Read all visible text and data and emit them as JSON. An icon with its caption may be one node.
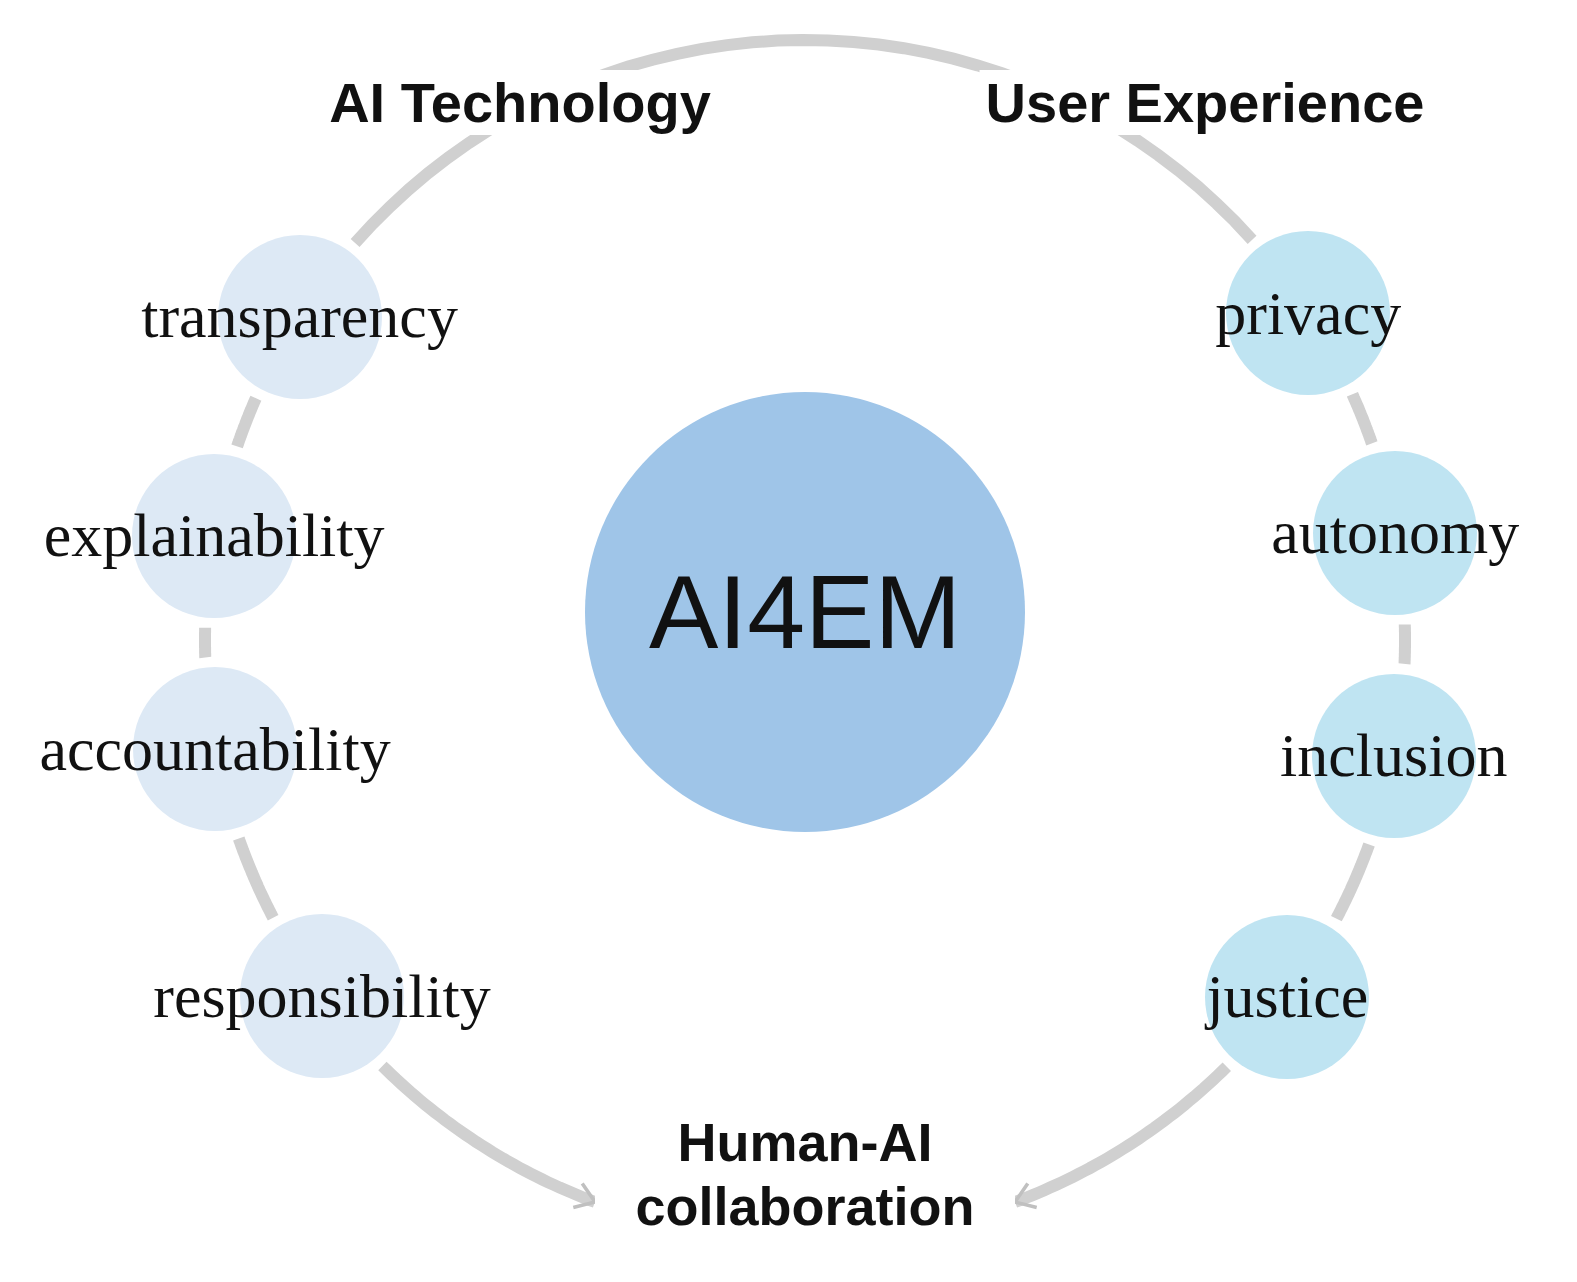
{
  "diagram": {
    "nodes": [
      {
        "text": [
          "AI4EM"
        ]
      },
      {
        "text": [
          "transparency"
        ]
      },
      {
        "text": [
          "explainability"
        ]
      },
      {
        "text": [
          "accountability"
        ]
      },
      {
        "text": [
          "responsibility"
        ]
      },
      {
        "text": [
          "privacy"
        ]
      },
      {
        "text": [
          "autonomy"
        ]
      },
      {
        "text": [
          "inclusion"
        ]
      },
      {
        "text": [
          "justice"
        ]
      },
      {
        "text": [
          "Human-AI collaboration"
        ]
      }
    ],
    "edges": [
      {
        "from": 1,
        "to": 5,
        "arrow": "none"
      },
      {
        "from": 1,
        "to": 2,
        "arrow": "none"
      },
      {
        "from": 2,
        "to": 3,
        "arrow": "none"
      },
      {
        "from": 3,
        "to": 4,
        "arrow": "none"
      },
      {
        "from": 4,
        "to": 9,
        "arrow": "to"
      },
      {
        "from": 5,
        "to": 6,
        "arrow": "none"
      },
      {
        "from": 6,
        "to": 7,
        "arrow": "none"
      },
      {
        "from": 7,
        "to": 8,
        "arrow": "none"
      },
      {
        "from": 8,
        "to": 9,
        "arrow": "to"
      }
    ],
    "labels": [
      "AI Technology",
      "User Experience"
    ]
  }
}
